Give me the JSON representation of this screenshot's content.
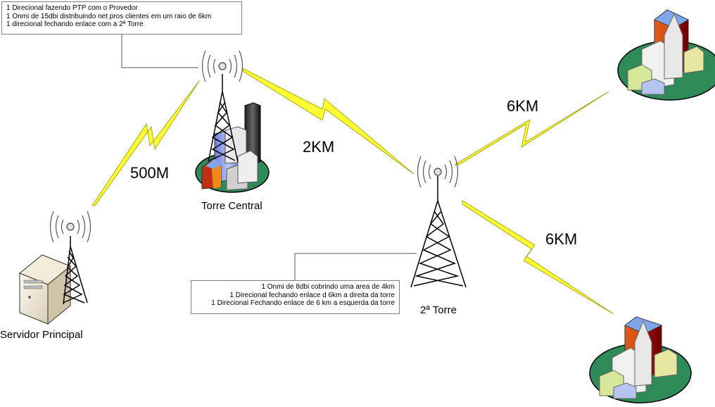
{
  "notes": {
    "top": [
      "1 Direcional fazendo PTP com o Provedor",
      "1 Onmi de 15dbi distribuindo net pros clientes em um raio de 6km",
      "1 direcional fechando enlace com a 2ª Torre"
    ],
    "middle": [
      "1 Onmi de 8dbi cobrindo uma area de 4km",
      "1 Direcional fechando enlace d 6km a direita da torre",
      "1 Direcional Fechando enlace de 6 km a esquerda da torre"
    ]
  },
  "nodes": {
    "server": "Servidor Principal",
    "central_tower": "Torre Central",
    "second_tower": "2ª Torre"
  },
  "links": {
    "server_to_central": "500M",
    "central_to_second": "2KM",
    "second_to_town_top": "6KM",
    "second_to_town_bottom": "6KM"
  },
  "colors": {
    "lightning": "#ffff33",
    "ground": "#2e8b57",
    "tower": "#000000",
    "note_border": "#808080"
  },
  "icons": [
    "server-icon",
    "antenna-signal-icon",
    "lattice-tower-icon",
    "city-buildings-icon",
    "church-village-icon",
    "lightning-link-icon"
  ]
}
